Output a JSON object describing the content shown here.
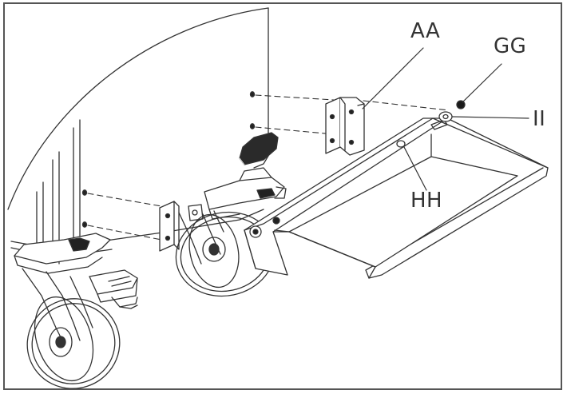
{
  "figure": {
    "callouts": {
      "aa": "AA",
      "gg": "GG",
      "ii": "II",
      "hh": "HH"
    }
  },
  "colors": {
    "line": "#333333",
    "dark": "#1a1a1a",
    "frame": "#555555",
    "background": "#ffffff"
  }
}
